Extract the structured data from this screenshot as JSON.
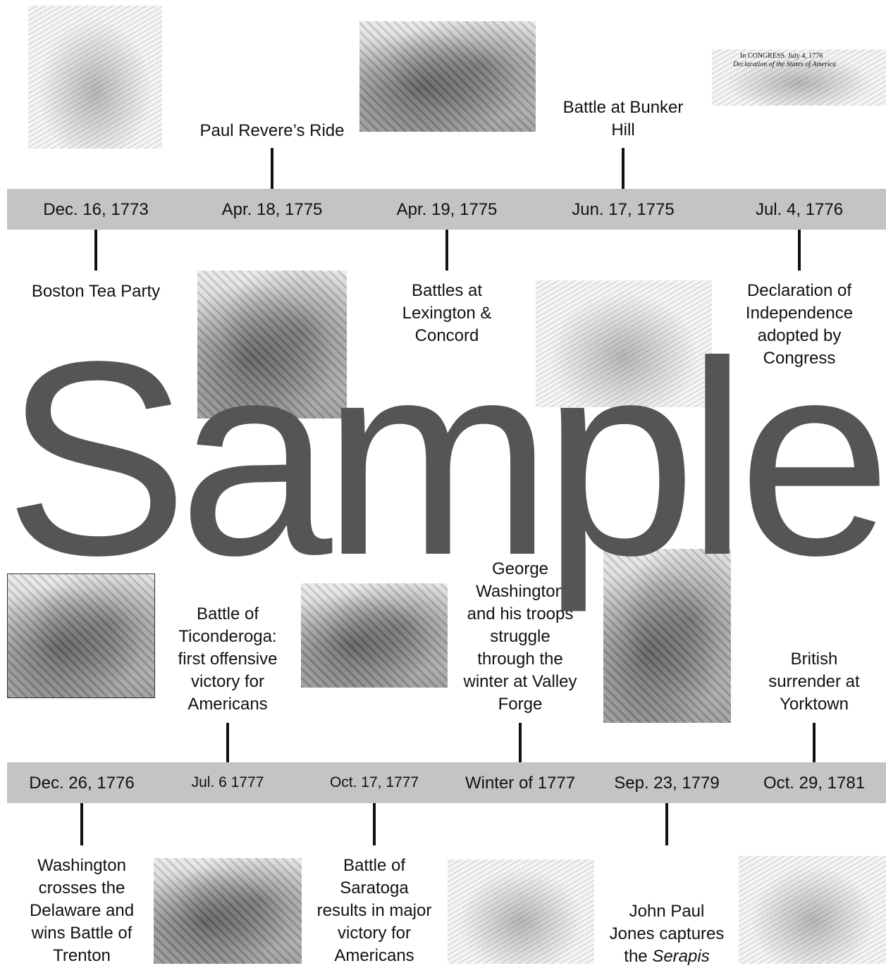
{
  "row1": {
    "dates": [
      "Dec. 16, 1773",
      "Apr. 18, 1775",
      "Apr. 19, 1775",
      "Jun. 17, 1775",
      "Jul. 4, 1776"
    ],
    "events_above": {
      "paul_revere": "Paul Revere’s Ride",
      "bunker_hill_line1": "Battle at Bunker",
      "bunker_hill_line2": "Hill"
    },
    "events_below": {
      "boston_tea_party": "Boston Tea Party",
      "lexington_line1": "Battles at",
      "lexington_line2": "Lexington &",
      "lexington_line3": "Concord",
      "declaration_line1": "Declaration of",
      "declaration_line2": "Independence",
      "declaration_line3": "adopted by",
      "declaration_line4": "Congress"
    },
    "declaration_image_text": {
      "line1": "In CONGRESS. July 4, 1776",
      "line2": "Declaration of the States of America"
    }
  },
  "row2": {
    "dates": [
      "Dec. 26, 1776",
      "Jul. 6 1777",
      "Oct. 17, 1777",
      "Winter of 1777",
      "Sep. 23, 1779",
      "Oct. 29, 1781"
    ],
    "events_above": {
      "ticonderoga": [
        "Battle of",
        "Ticonderoga:",
        "first offensive",
        "victory for",
        "Americans"
      ],
      "valley_forge": [
        "George",
        "Washington",
        "and his troops",
        "struggle",
        "through the",
        "winter at Valley",
        "Forge"
      ],
      "yorktown": [
        "British",
        "surrender at",
        "Yorktown"
      ]
    },
    "events_below": {
      "delaware": [
        "Washington",
        "crosses the",
        "Delaware and",
        "wins Battle of",
        "Trenton"
      ],
      "saratoga": [
        "Battle of",
        "Saratoga",
        "results in major",
        "victory for",
        "Americans"
      ],
      "serapis_line1": "John Paul",
      "serapis_line2": "Jones captures",
      "serapis_line3_prefix": "the ",
      "serapis_line3_italic": "Serapis"
    }
  },
  "watermark": "Sample"
}
